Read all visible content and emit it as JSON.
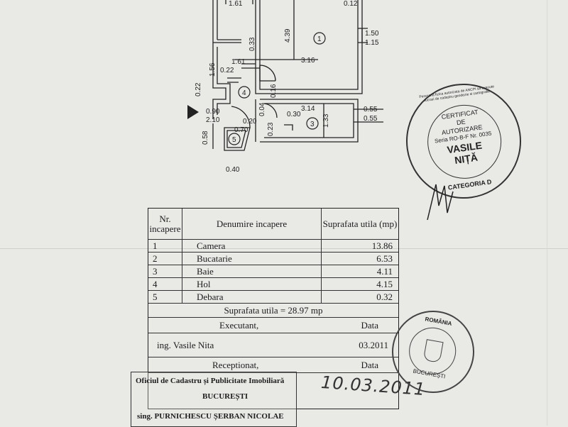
{
  "plan": {
    "dims": [
      "1.61",
      "0.12",
      "4.39",
      "1.50",
      "1.15",
      "0.33",
      "1.61",
      "3.16",
      "1.56",
      "0.22",
      "0.22",
      "0.16",
      "0.04",
      "0.90",
      "2.10",
      "3.14",
      "0.30",
      "0.55",
      "0.55",
      "1.33",
      "0.20",
      "0.70",
      "0.58",
      "0.23",
      "0.40"
    ],
    "rooms": [
      "1",
      "3",
      "4",
      "5"
    ]
  },
  "table": {
    "headers": {
      "nr": "Nr. incapere",
      "denumire": "Denumire incapere",
      "suprafata": "Suprafata utila (mp)"
    },
    "rows": [
      {
        "nr": "1",
        "name": "Camera",
        "area": "13.86"
      },
      {
        "nr": "2",
        "name": "Bucatarie",
        "area": "6.53"
      },
      {
        "nr": "3",
        "name": "Baie",
        "area": "4.11"
      },
      {
        "nr": "4",
        "name": "Hol",
        "area": "4.15"
      },
      {
        "nr": "5",
        "name": "Debara",
        "area": "0.32"
      }
    ],
    "total": "Suprafata utila = 28.97 mp",
    "executant_label": "Executant,",
    "date_label": "Data",
    "executant_name": "ing. Vasile Nita",
    "executant_date": "03.2011",
    "receptionat_label": "Receptionat,",
    "date_label_2": "Data"
  },
  "ocpi_stamp": {
    "line1": "Oficiul de Cadastru și Publicitate Imobiliară",
    "line2": "BUCUREȘTI",
    "line3": "sing. PURNICHESCU ȘERBAN NICOLAE"
  },
  "handwritten_date": "10.03.2011",
  "cert_stamp": {
    "ring_text": "Persoana fizica autorizata de ANCPI sa execute lucrari de cadastru geodezie si cartografie",
    "line1": "CERTIFICAT",
    "line2": "DE",
    "line3": "AUTORIZARE",
    "line4": "Seria RO-B-F Nr. 0035",
    "line5": "VASILE",
    "line6": "NIȚĂ",
    "category": "CATEGORIA D"
  },
  "romania_stamp": {
    "top": "ROMÂNIA",
    "bottom": "BUCUREȘTI"
  }
}
